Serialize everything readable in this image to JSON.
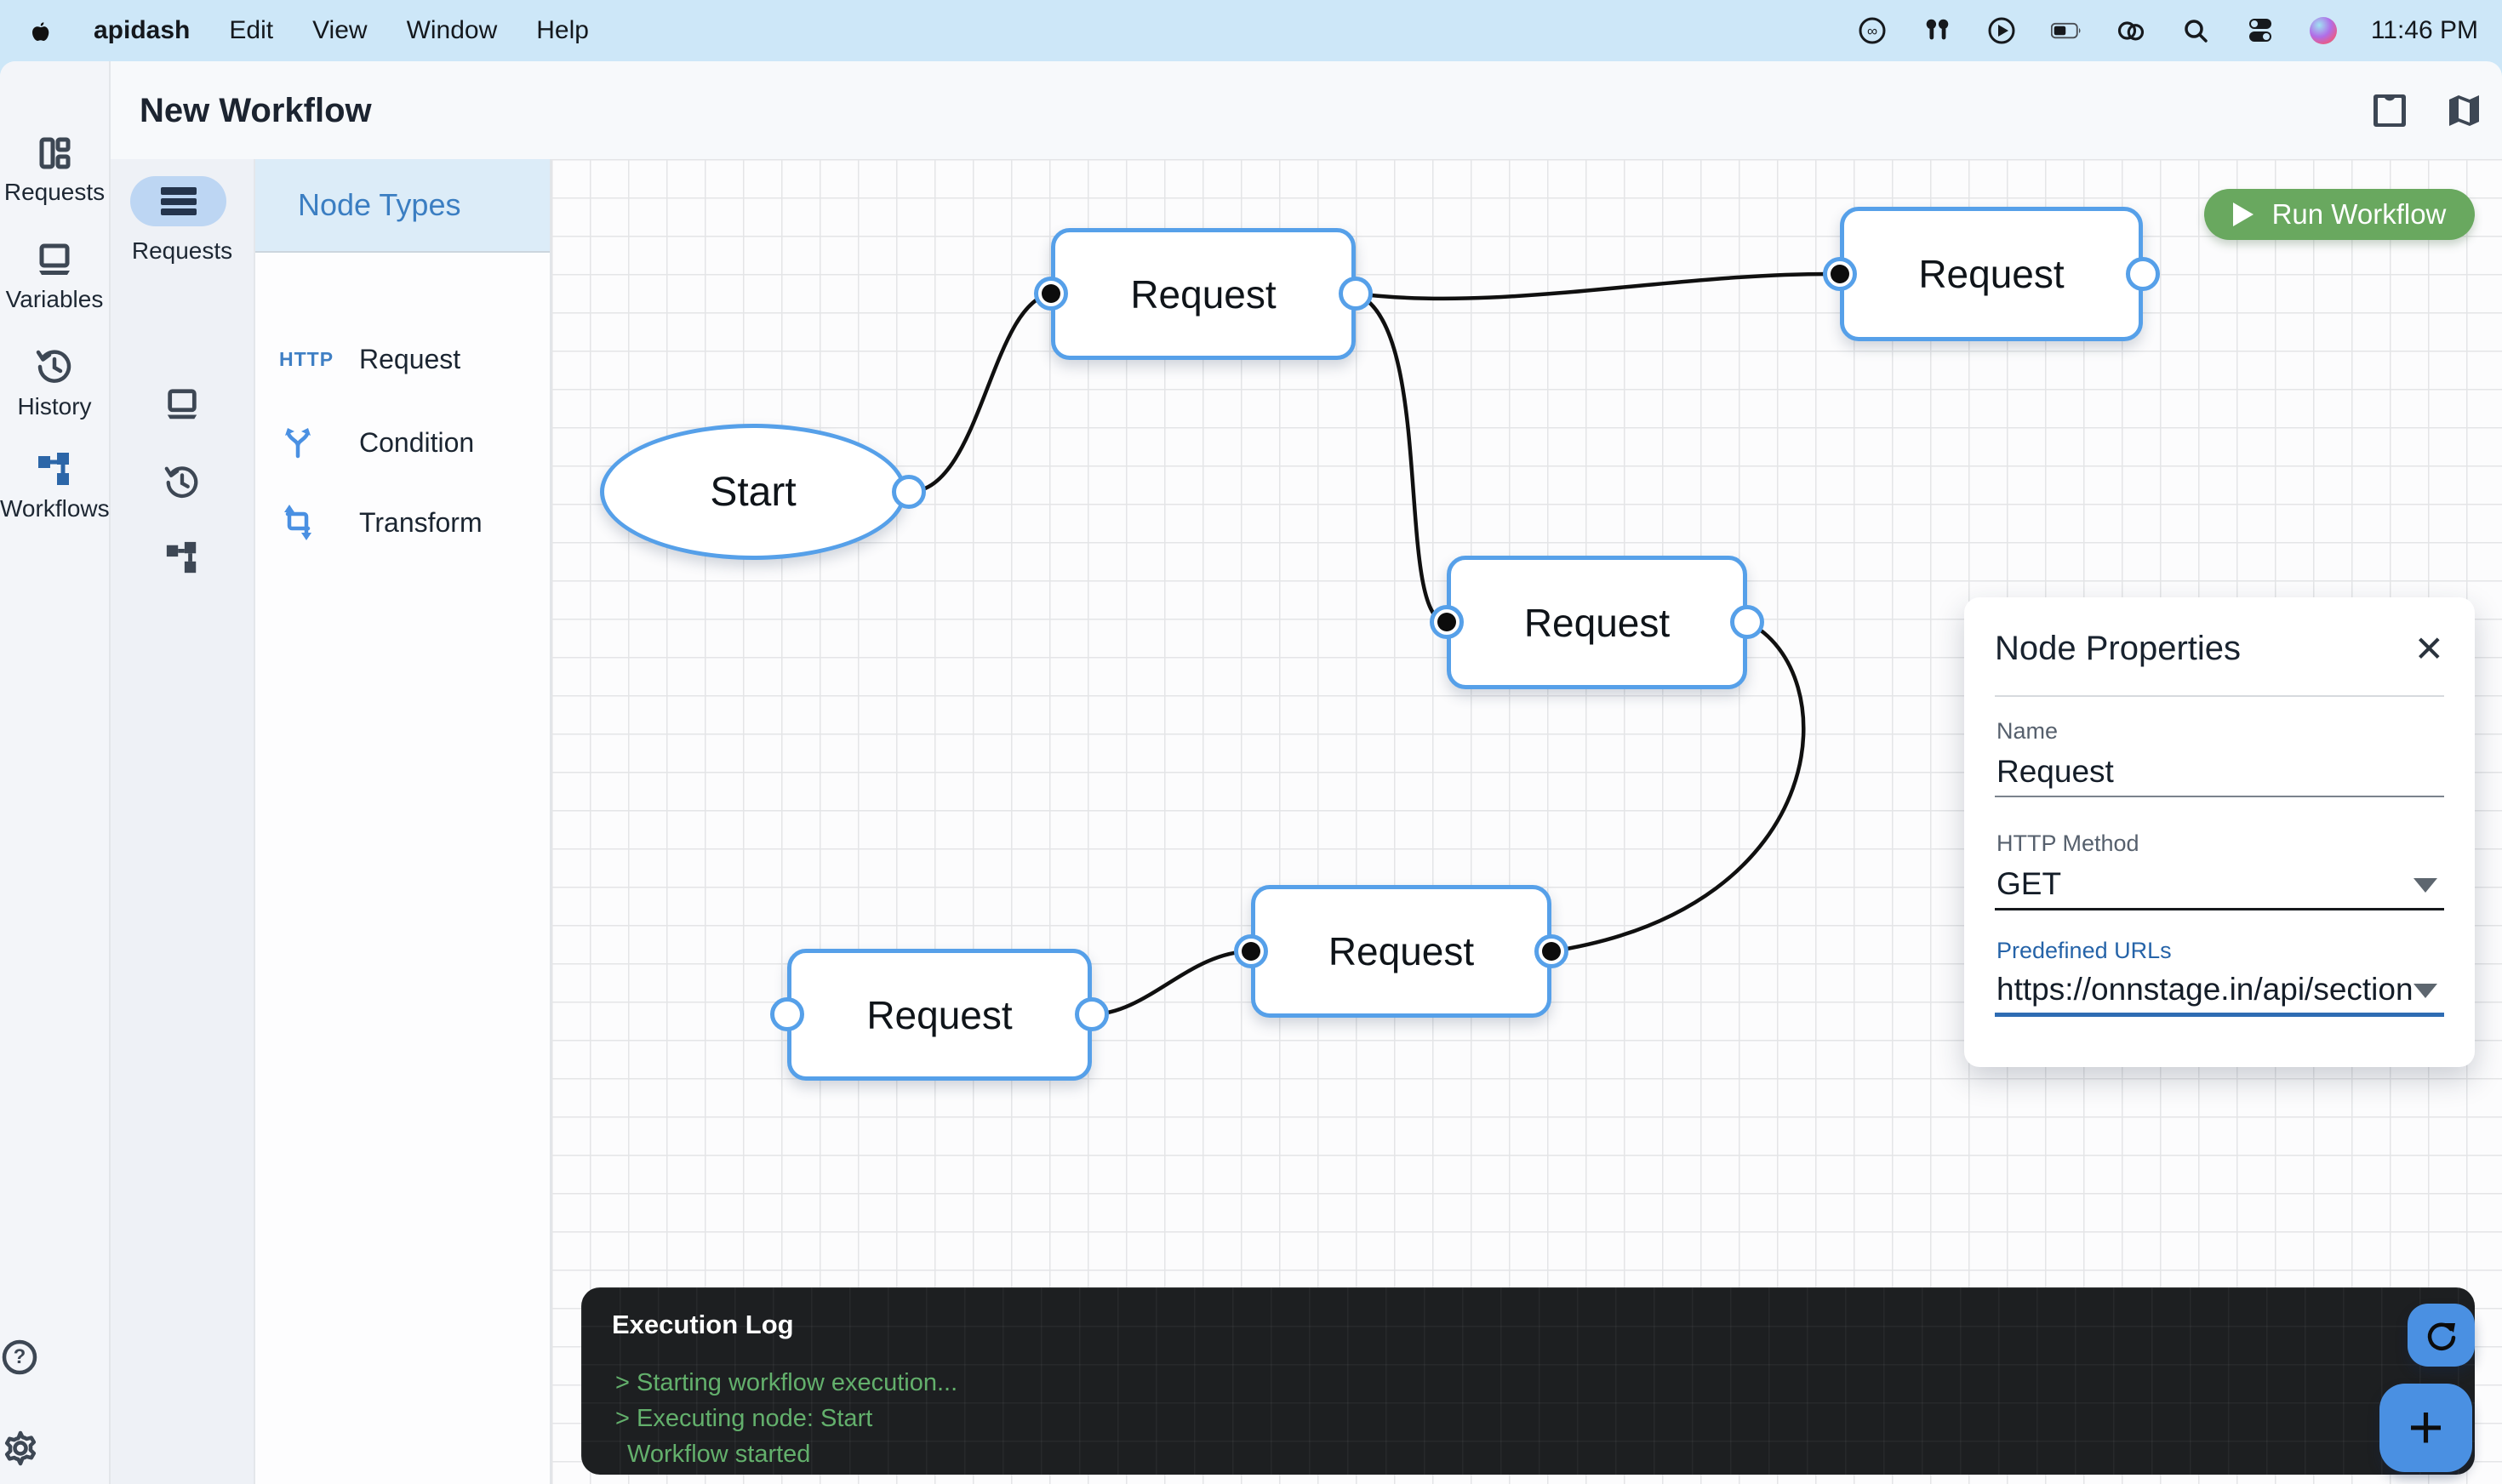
{
  "menu_bar": {
    "app_name": "apidash",
    "menus": [
      "Edit",
      "View",
      "Window",
      "Help"
    ],
    "time": "11:46 PM",
    "status_icons": [
      "creative-cloud",
      "airpods",
      "play-circle",
      "battery",
      "screen-mirroring",
      "spotlight",
      "control-center",
      "siri"
    ]
  },
  "window": {
    "title": "New Workflow"
  },
  "nav_sidebar": {
    "items": [
      {
        "id": "requests",
        "label": "Requests",
        "active": false
      },
      {
        "id": "variables",
        "label": "Variables",
        "active": false
      },
      {
        "id": "history",
        "label": "History",
        "active": false
      },
      {
        "id": "workflows",
        "label": "Workflows",
        "active": true
      }
    ]
  },
  "rail": {
    "active_label": "Requests"
  },
  "node_types_panel": {
    "title": "Node Types",
    "items": [
      {
        "icon_text": "HTTP",
        "label": "Request"
      },
      {
        "icon": "branch",
        "label": "Condition"
      },
      {
        "icon": "transform",
        "label": "Transform"
      }
    ]
  },
  "toolbar": {
    "run_label": "Run Workflow"
  },
  "canvas": {
    "nodes": [
      {
        "id": "start",
        "label": "Start",
        "shape": "ellipse"
      },
      {
        "id": "request-1",
        "label": "Request",
        "shape": "rect"
      },
      {
        "id": "request-2",
        "label": "Request",
        "shape": "rect"
      },
      {
        "id": "request-3",
        "label": "Request",
        "shape": "rect"
      },
      {
        "id": "request-4",
        "label": "Request",
        "shape": "rect"
      },
      {
        "id": "request-5",
        "label": "Request",
        "shape": "rect"
      }
    ],
    "edges": [
      {
        "from": "start",
        "to": "request-1"
      },
      {
        "from": "request-1",
        "to": "request-2"
      },
      {
        "from": "request-1",
        "to": "request-3"
      },
      {
        "from": "request-3",
        "to": "request-5"
      },
      {
        "from": "request-4",
        "to": "request-5"
      }
    ]
  },
  "properties_panel": {
    "title": "Node Properties",
    "name_label": "Name",
    "name_value": "Request",
    "method_label": "HTTP Method",
    "method_value": "GET",
    "urls_label": "Predefined URLs",
    "urls_value": "https://onnstage.in/api/section"
  },
  "execution_log": {
    "title": "Execution Log",
    "lines": [
      "> Starting workflow execution...",
      "> Executing node: Start",
      "Workflow started"
    ]
  },
  "colors": {
    "accent_blue": "#4a90e2",
    "node_border": "#56a0e9",
    "run_green": "#69a85f",
    "log_green": "#63b06c",
    "links_blue": "#2e6cb3",
    "panel_header_blue": "#3b7ec2"
  }
}
